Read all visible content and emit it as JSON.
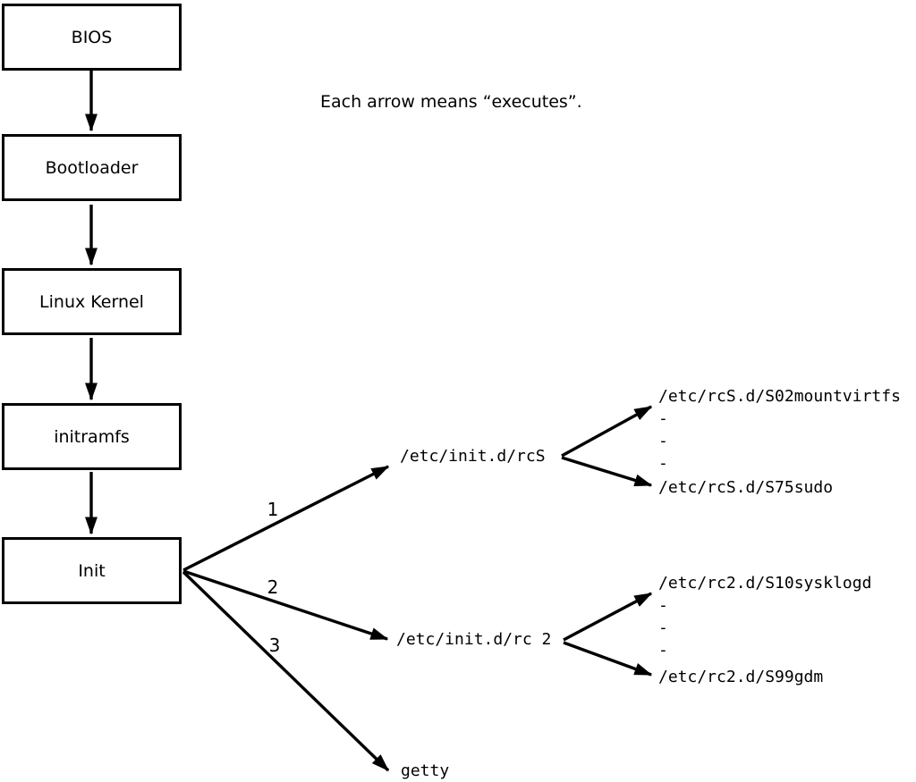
{
  "note": "Each arrow means “executes”.",
  "chain": [
    {
      "label": "BIOS"
    },
    {
      "label": "Bootloader"
    },
    {
      "label": "Linux Kernel"
    },
    {
      "label": "initramfs"
    },
    {
      "label": "Init"
    }
  ],
  "branches": [
    {
      "number": "1",
      "target": "/etc/init.d/rcS",
      "children": [
        "/etc/rcS.d/S02mountvirtfs",
        "-",
        "-",
        "-",
        "/etc/rcS.d/S75sudo"
      ]
    },
    {
      "number": "2",
      "target": "/etc/init.d/rc 2",
      "children": [
        "/etc/rc2.d/S10sysklogd",
        "-",
        "-",
        "-",
        "/etc/rc2.d/S99gdm"
      ]
    },
    {
      "number": "3",
      "target": "getty",
      "children": []
    }
  ],
  "colors": {
    "line": "#000000",
    "background": "#ffffff"
  }
}
